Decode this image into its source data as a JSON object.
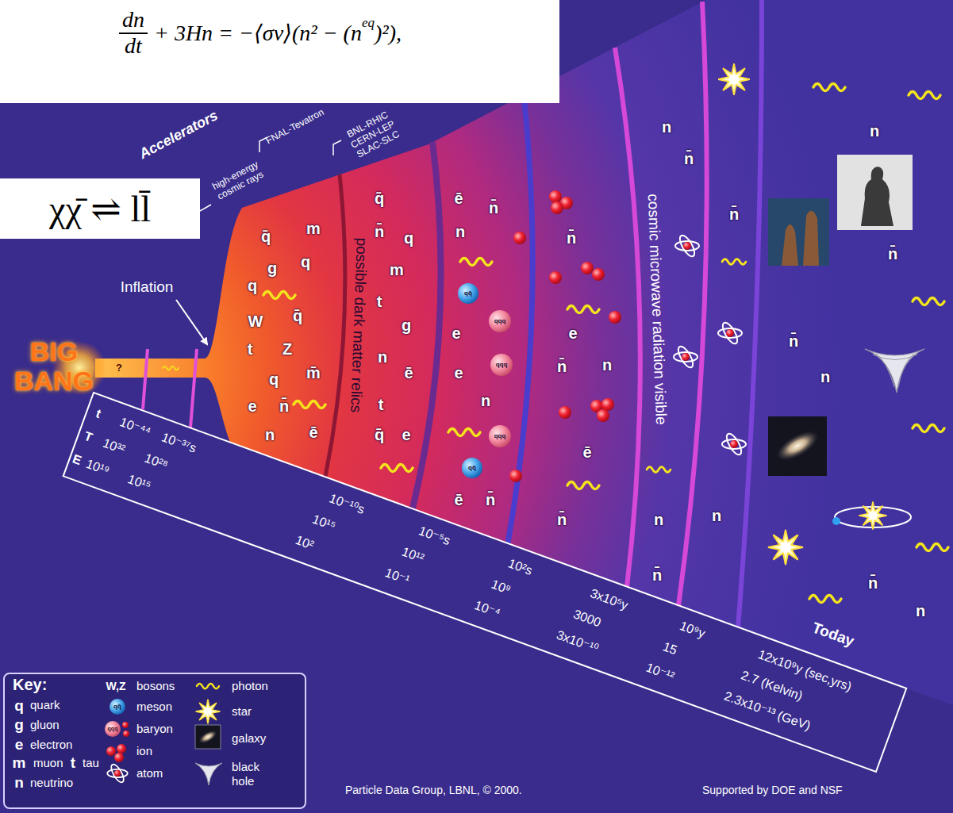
{
  "diagram": {
    "nodes": [
      {
        "text": [
          "dn",
          "dt",
          "+ 3Hn = −⟨σν⟩(n² − (n",
          "eq",
          ")²),"
        ]
      },
      {
        "text": [
          "χχ̄ ⇌ ll̄"
        ]
      },
      {
        "text": [
          "Key:"
        ]
      }
    ],
    "labels": [
      "Accelerators",
      "FNAL-Tevatron",
      "BNL-RHIC CERN-LEP SLAC-SLC",
      "high-energy cosmic rays",
      "Inflation",
      "BIG BANG",
      "?",
      "possible dark matter relics",
      "cosmic microwave radiation visible",
      "t",
      "T",
      "E",
      "10⁻⁴⁴",
      "10³²",
      "10¹⁹",
      "10⁻³⁷s",
      "10²⁸",
      "10¹⁵",
      "10⁻¹⁰s",
      "10¹⁵",
      "10²",
      "10⁻⁵s",
      "10¹²",
      "10⁻¹",
      "10²s",
      "10⁹",
      "10⁻⁴",
      "3x10⁵y",
      "3000",
      "3x10⁻¹⁰",
      "10⁹y",
      "15",
      "10⁻¹²",
      "12x10⁹y (sec,yrs)",
      "2.7 (Kelvin)",
      "2.3x10⁻¹³ (GeV)",
      "Today",
      "Particle Data Group, LBNL, © 2000.",
      "Supported by DOE and NSF",
      "q",
      "g",
      "e",
      "m",
      "t",
      "n",
      "W,Z",
      "qq̄",
      "qqq",
      "m",
      "q̄",
      "q",
      "g",
      "q",
      "q̄",
      "W",
      "t",
      "Z",
      "m̄",
      "q",
      "e",
      "n̄",
      "ē",
      "n",
      "q̄",
      "n̄",
      "q",
      "m",
      "t",
      "g",
      "n",
      "ē",
      "t",
      "q̄",
      "e",
      "ē",
      "n̄",
      "n",
      "e",
      "e",
      "n",
      "ē",
      "n̄",
      "n̄",
      "e",
      "n̄",
      "n",
      "ē",
      "n̄",
      "n",
      "n̄",
      "n",
      "n̄",
      "n̄",
      "n",
      "n",
      "n̄",
      "n̄",
      "n",
      "n̄",
      "n",
      "qq̄",
      "qq̄",
      "qqq",
      "qqq",
      "qqq"
    ],
    "legend": [
      {
        "text": "quark"
      },
      {
        "text": "gluon"
      },
      {
        "text": "electron"
      },
      {
        "text": "muon"
      },
      {
        "text": "tau"
      },
      {
        "text": "neutrino"
      },
      {
        "text": "bosons"
      },
      {
        "text": "meson"
      },
      {
        "text": "baryon"
      },
      {
        "text": "ion"
      },
      {
        "text": "atom"
      },
      {
        "text": "photon"
      },
      {
        "text": "star"
      },
      {
        "text": "galaxy"
      },
      {
        "text": "black hole"
      }
    ]
  }
}
